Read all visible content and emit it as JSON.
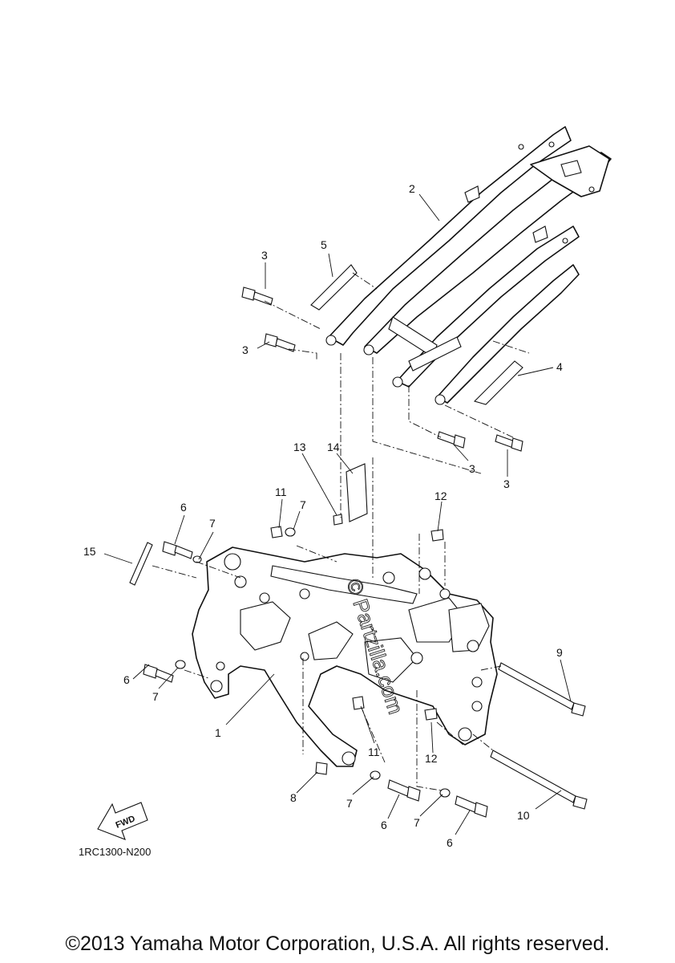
{
  "diagram": {
    "part_code": "1RC1300-N200",
    "fwd_label": "FWD",
    "watermark": "© Partzilla.com",
    "callouts": [
      {
        "id": "c1",
        "text": "1"
      },
      {
        "id": "c2",
        "text": "2"
      },
      {
        "id": "c3a",
        "text": "3"
      },
      {
        "id": "c3b",
        "text": "3"
      },
      {
        "id": "c3c",
        "text": "3"
      },
      {
        "id": "c3d",
        "text": "3"
      },
      {
        "id": "c4",
        "text": "4"
      },
      {
        "id": "c5",
        "text": "5"
      },
      {
        "id": "c6a",
        "text": "6"
      },
      {
        "id": "c6b",
        "text": "6"
      },
      {
        "id": "c6c",
        "text": "6"
      },
      {
        "id": "c6d",
        "text": "6"
      },
      {
        "id": "c7a",
        "text": "7"
      },
      {
        "id": "c7b",
        "text": "7"
      },
      {
        "id": "c7c",
        "text": "7"
      },
      {
        "id": "c7d",
        "text": "7"
      },
      {
        "id": "c7e",
        "text": "7"
      },
      {
        "id": "c8",
        "text": "8"
      },
      {
        "id": "c9",
        "text": "9"
      },
      {
        "id": "c10",
        "text": "10"
      },
      {
        "id": "c11a",
        "text": "11"
      },
      {
        "id": "c11b",
        "text": "11"
      },
      {
        "id": "c12a",
        "text": "12"
      },
      {
        "id": "c12b",
        "text": "12"
      },
      {
        "id": "c13",
        "text": "13"
      },
      {
        "id": "c14",
        "text": "14"
      },
      {
        "id": "c15",
        "text": "15"
      }
    ]
  },
  "footer": {
    "copyright": "©2013 Yamaha Motor Corporation, U.S.A. All rights reserved."
  }
}
